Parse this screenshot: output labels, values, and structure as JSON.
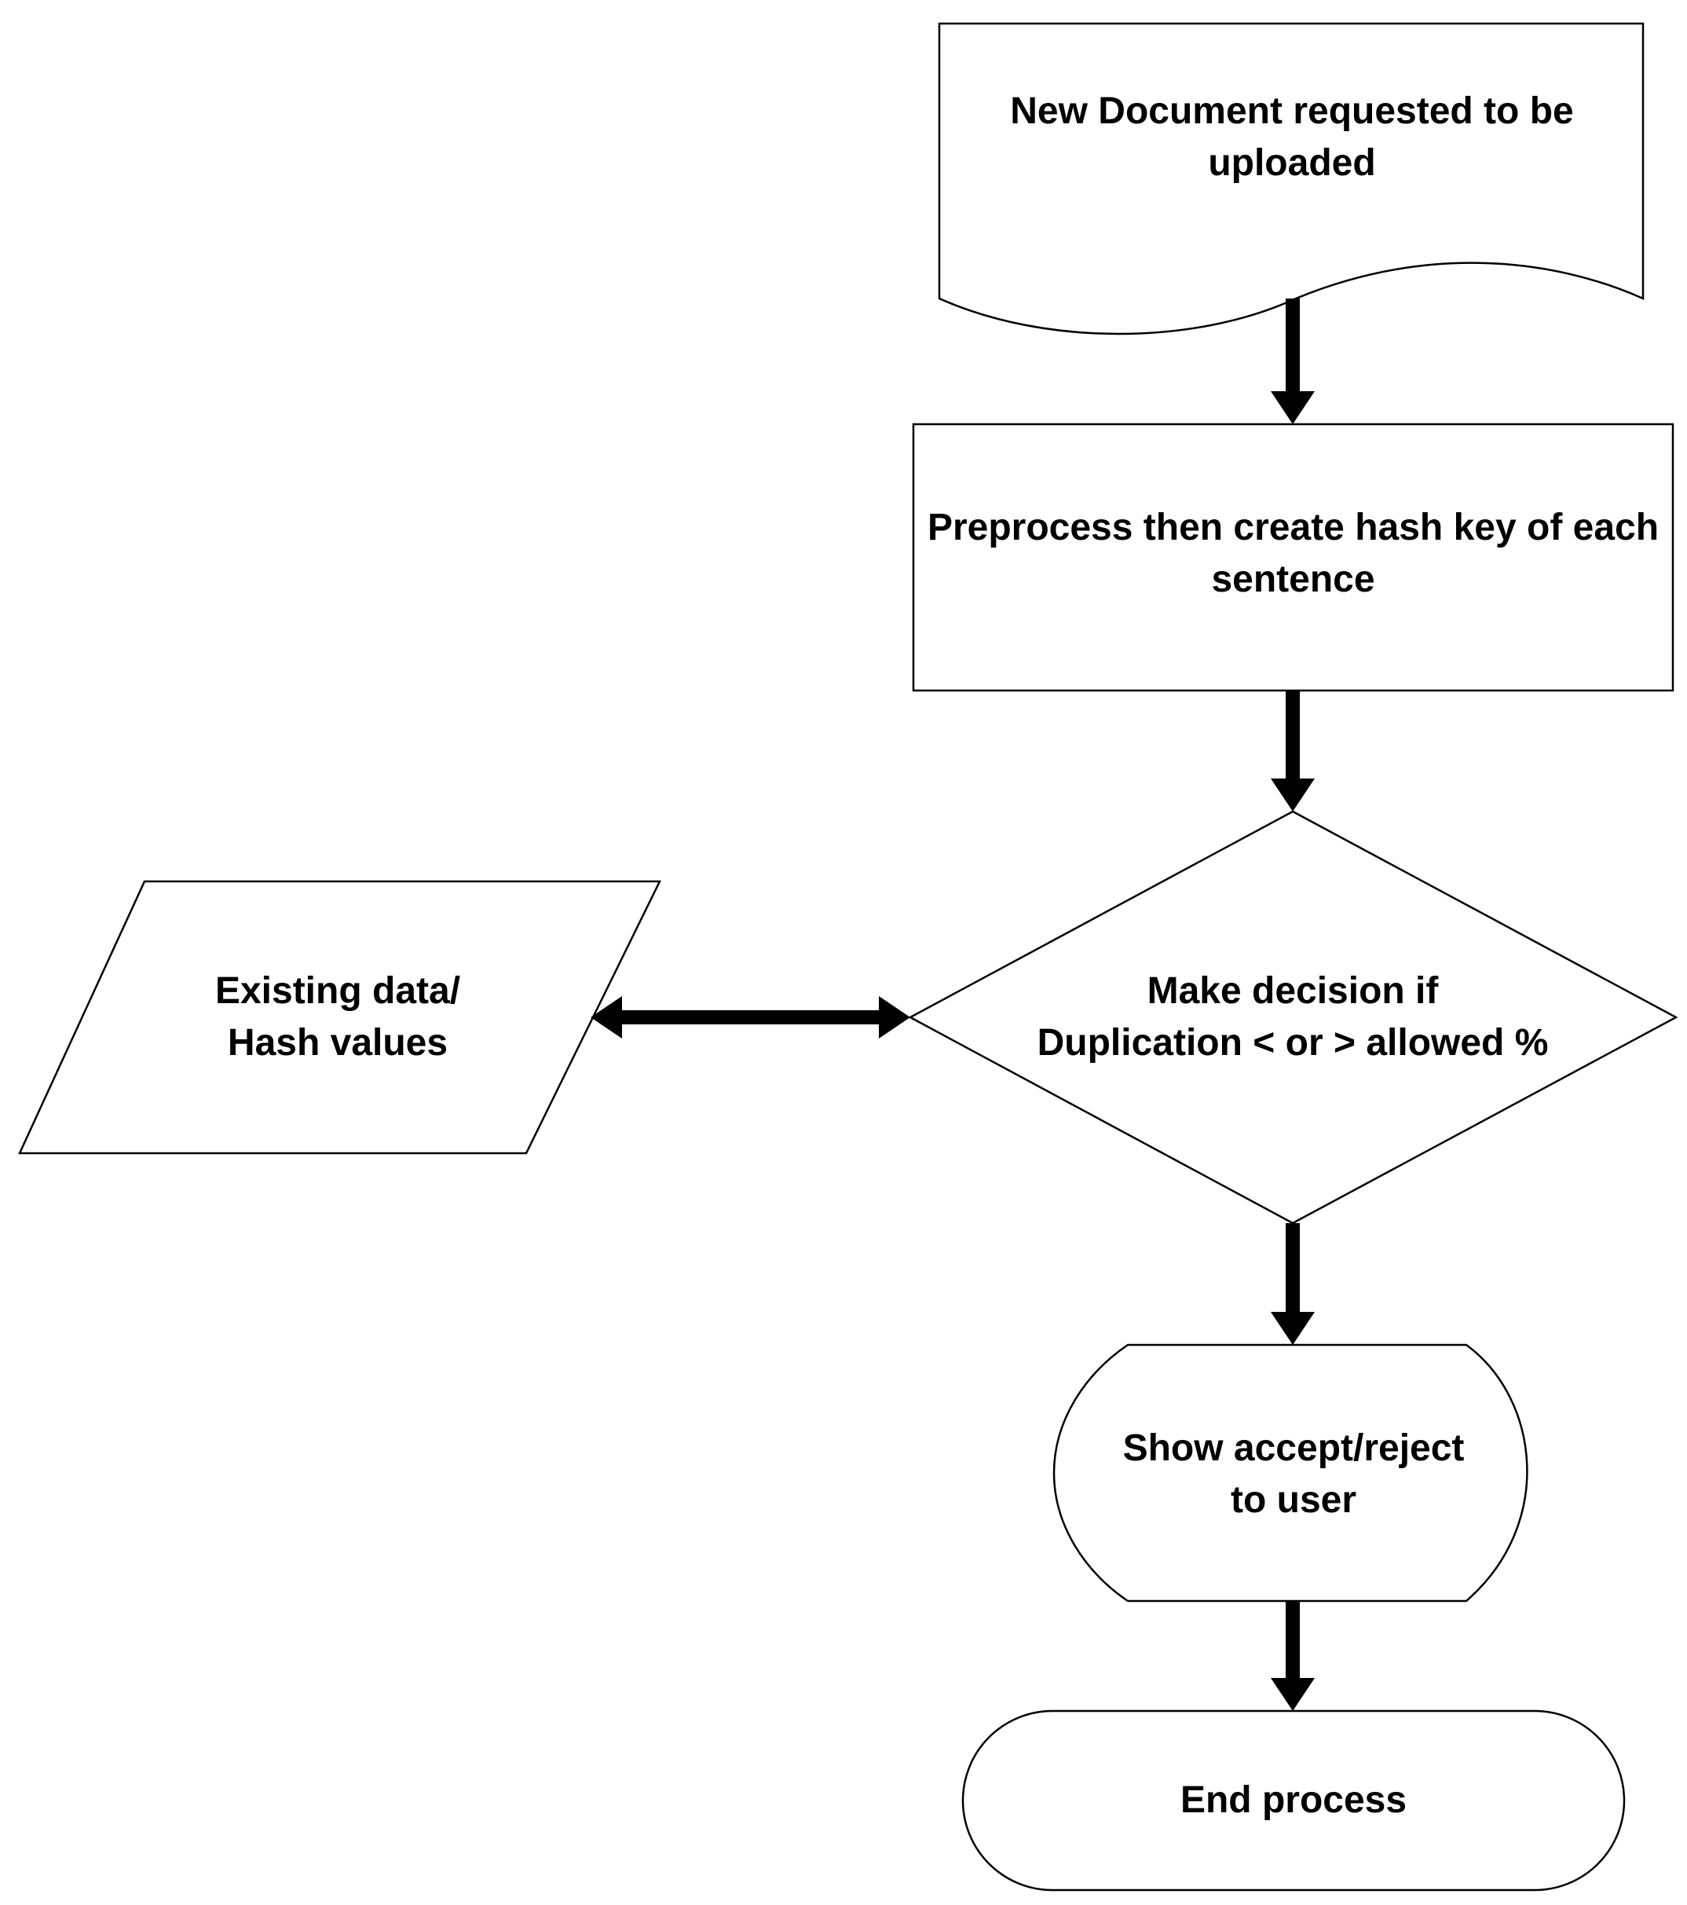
{
  "nodes": {
    "document": {
      "shape": "document",
      "lines": [
        "New Document requested to be",
        "uploaded"
      ]
    },
    "preprocess": {
      "shape": "process",
      "lines": [
        "Preprocess then create hash key of each",
        "sentence"
      ]
    },
    "decision": {
      "shape": "decision",
      "lines": [
        "Make decision if",
        "Duplication < or > allowed %"
      ]
    },
    "data": {
      "shape": "data",
      "lines": [
        "Existing data/",
        "Hash values"
      ]
    },
    "display": {
      "shape": "display",
      "lines": [
        "Show accept/reject",
        "to user"
      ]
    },
    "end": {
      "shape": "terminator",
      "lines": [
        "End process"
      ]
    }
  },
  "edges": [
    {
      "from": "document",
      "to": "preprocess",
      "direction": "one-way"
    },
    {
      "from": "preprocess",
      "to": "decision",
      "direction": "one-way"
    },
    {
      "from": "decision",
      "to": "data",
      "direction": "two-way"
    },
    {
      "from": "decision",
      "to": "display",
      "direction": "one-way"
    },
    {
      "from": "display",
      "to": "end",
      "direction": "one-way"
    }
  ]
}
